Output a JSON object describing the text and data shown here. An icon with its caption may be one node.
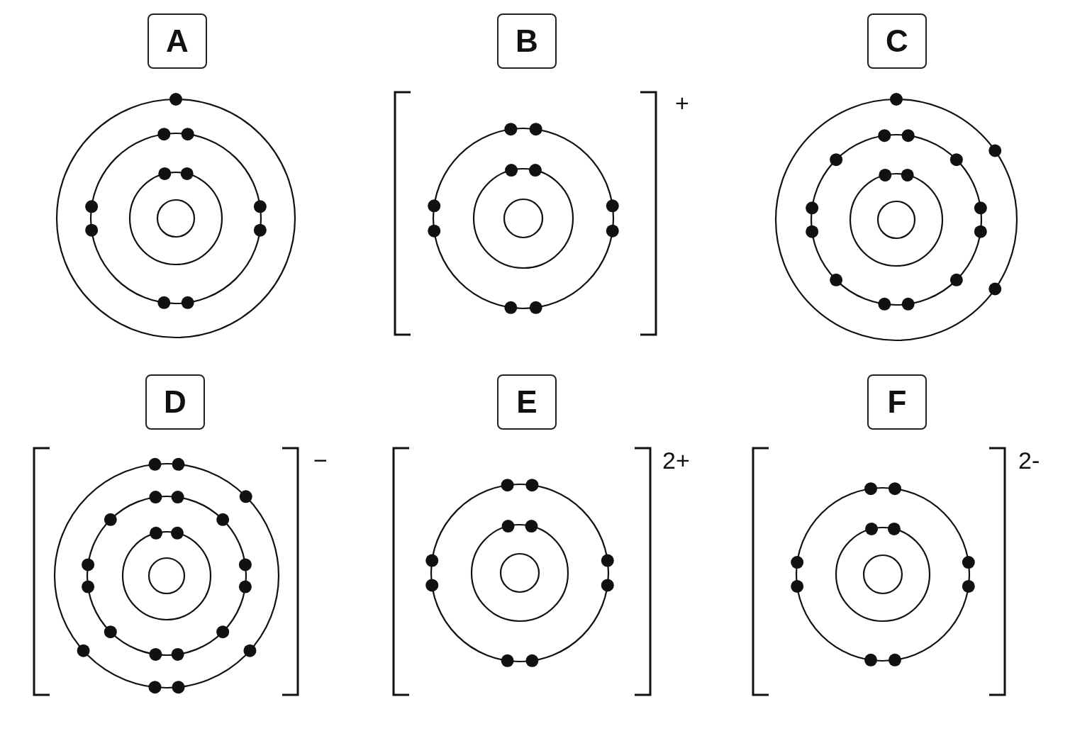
{
  "diagram": {
    "nodes": [
      {
        "text": [
          "A"
        ]
      },
      {
        "text": [
          "B"
        ]
      },
      {
        "text": [
          "C"
        ]
      },
      {
        "text": [
          "D"
        ]
      },
      {
        "text": [
          "E"
        ]
      },
      {
        "text": [
          "F"
        ]
      }
    ],
    "labels": [
      "+",
      "−",
      "2+",
      "2-"
    ]
  }
}
